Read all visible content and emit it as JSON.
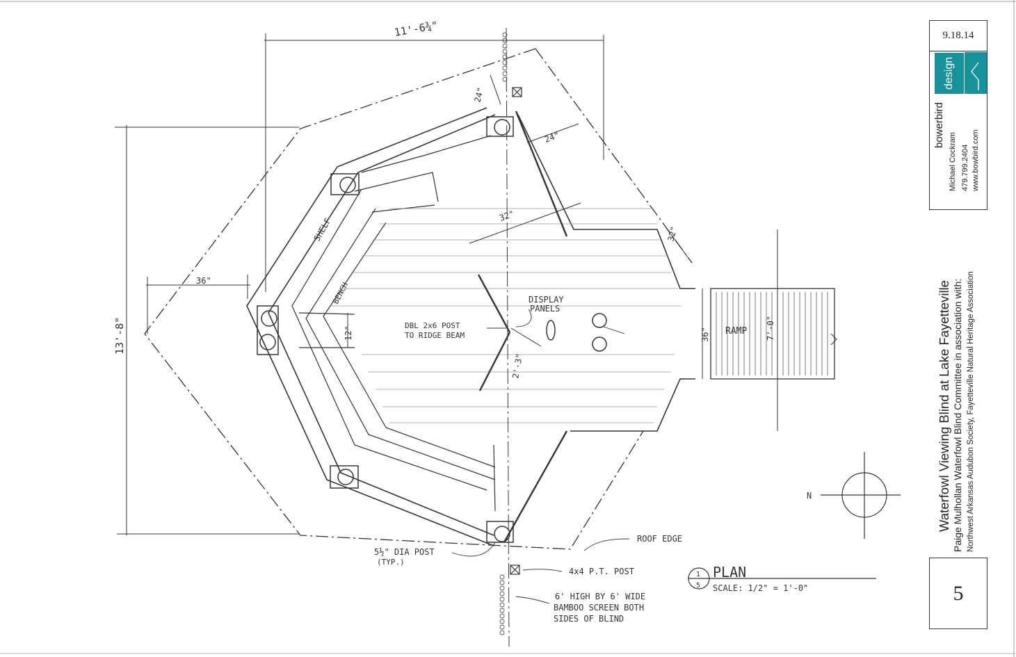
{
  "title_block": {
    "date": "9.18.14",
    "brand_name": "bowerbird",
    "brand_suffix": "design",
    "contact_name": "Michael Cockram",
    "contact_phone": "479.799.2404",
    "contact_web": "www.bowbird.com",
    "project_title": "Waterfowl Viewing Blind at Lake Fayetteville",
    "project_line2": "Paige Mulhollan Waterfowl Blind Committee in association with:",
    "project_line3": "Northwest Arkansas Audubon Society, Fayetteville Natural Heritage Association",
    "sheet_number": "5",
    "accent_color": "#17929b"
  },
  "drawing": {
    "dim_top_width": "11'-6¾\"",
    "dim_left_height": "13'-8\"",
    "dim_36_left": "36\"",
    "dim_24_top": "24\"",
    "dim_24_side": "24\"",
    "dim_32_inner": "32\"",
    "dim_32_right": "32\"",
    "dim_12": "12\"",
    "dim_2_3": "2'-3\"",
    "dim_36_ramp": "36\"",
    "dim_7_0": "7'-0\"",
    "label_shelf": "SHELF",
    "label_bench": "BENCH",
    "label_display_1": "DISPLAY",
    "label_display_2": "PANELS",
    "label_post_1": "DBL 2x6 POST",
    "label_post_2": "TO RIDGE BEAM",
    "label_ramp": "RAMP",
    "label_roof_edge": "ROOF EDGE",
    "label_dia_post_1": "5½\" DIA POST",
    "label_dia_post_2": "(TYP.)",
    "label_4x4": "4x4 P.T. POST",
    "label_bamboo_1": "6' HIGH BY 6' WIDE",
    "label_bamboo_2": "BAMBOO SCREEN BOTH",
    "label_bamboo_3": "SIDES OF BLIND",
    "plan_number_top": "1",
    "plan_number_bottom": "5",
    "plan_title": "PLAN",
    "plan_scale": "SCALE: 1/2\" = 1'-0\"",
    "north_label": "N"
  }
}
